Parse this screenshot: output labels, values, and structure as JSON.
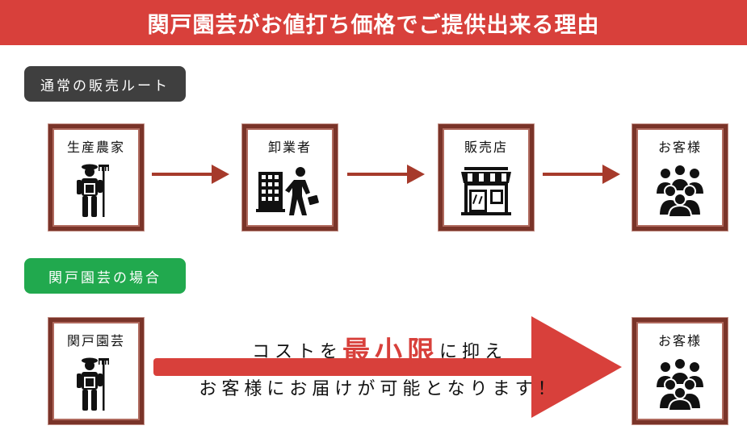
{
  "header": {
    "title": "関戸園芸がお値打ち価格でご提供出来る理由"
  },
  "normal_route": {
    "label": "通常の販売ルート",
    "steps": [
      {
        "label": "生産農家",
        "icon": "farmer-icon"
      },
      {
        "label": "卸業者",
        "icon": "wholesaler-icon"
      },
      {
        "label": "販売店",
        "icon": "store-icon"
      },
      {
        "label": "お客様",
        "icon": "customers-icon"
      }
    ]
  },
  "kanto_route": {
    "label": "関戸園芸の場合",
    "steps": [
      {
        "label": "関戸園芸",
        "icon": "farmer-icon"
      },
      {
        "label": "お客様",
        "icon": "customers-icon"
      }
    ],
    "message_line1_pre": "コストを",
    "message_line1_highlight": "最小限",
    "message_line1_post": "に抑え",
    "message_line2": "お客様にお届けが可能となります！"
  },
  "colors": {
    "header": "#d8403b",
    "normal_pill": "#3f3f3f",
    "kanto_pill": "#21a94e",
    "arrow": "#a63a2b",
    "big_arrow": "#d8403b",
    "frame": "#7a3429"
  }
}
